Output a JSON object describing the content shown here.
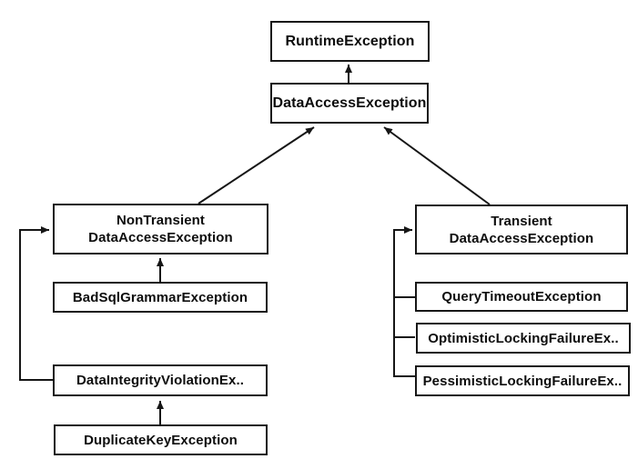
{
  "diagram": {
    "type": "class-hierarchy",
    "nodes": {
      "runtime_exception": {
        "label": "RuntimeException"
      },
      "data_access_exception": {
        "label": "DataAccessException"
      },
      "non_transient_data_access_exception": {
        "label": "NonTransient\nDataAccessException"
      },
      "bad_sql_grammar_exception": {
        "label": "BadSqlGrammarException"
      },
      "data_integrity_violation_exception": {
        "label": "DataIntegrityViolationEx.."
      },
      "duplicate_key_exception": {
        "label": "DuplicateKeyException"
      },
      "transient_data_access_exception": {
        "label": "Transient\nDataAccessException"
      },
      "query_timeout_exception": {
        "label": "QueryTimeoutException"
      },
      "optimistic_locking_failure_exception": {
        "label": "OptimisticLockingFailureEx.."
      },
      "pessimistic_locking_failure_exception": {
        "label": "PessimisticLockingFailureEx.."
      }
    },
    "edges": [
      {
        "from": "data_access_exception",
        "to": "runtime_exception"
      },
      {
        "from": "non_transient_data_access_exception",
        "to": "data_access_exception"
      },
      {
        "from": "transient_data_access_exception",
        "to": "data_access_exception"
      },
      {
        "from": "bad_sql_grammar_exception",
        "to": "non_transient_data_access_exception"
      },
      {
        "from": "data_integrity_violation_exception",
        "to": "non_transient_data_access_exception"
      },
      {
        "from": "duplicate_key_exception",
        "to": "data_integrity_violation_exception"
      },
      {
        "from": "query_timeout_exception",
        "to": "transient_data_access_exception"
      },
      {
        "from": "optimistic_locking_failure_exception",
        "to": "transient_data_access_exception"
      },
      {
        "from": "pessimistic_locking_failure_exception",
        "to": "transient_data_access_exception"
      }
    ],
    "colors": {
      "background": "#ffffff",
      "box_background": "#ffffff",
      "box_border": "#171717",
      "line": "#161616",
      "text": "#0d0d0d"
    }
  }
}
